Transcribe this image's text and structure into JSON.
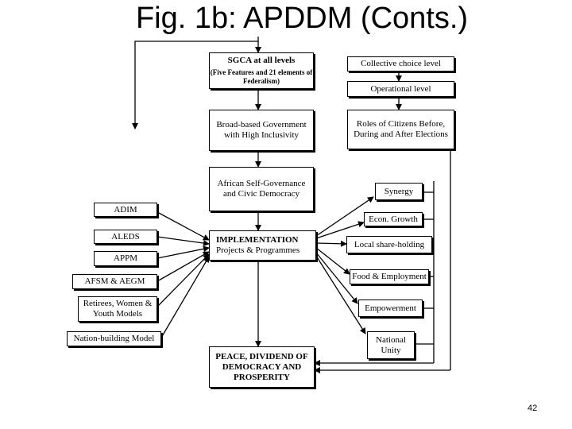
{
  "title": "Fig. 1b: APDDM (Conts.)",
  "center": {
    "sgca_title": "SGCA at all levels",
    "sgca_sub": "(Five Features and 21 elements of Federalism)",
    "broad_based": "Broad-based Government with High Inclusivity",
    "african": "African Self-Governance and Civic Democracy",
    "impl_title": "IMPLEMENTATION",
    "impl_sub": "Projects & Programmes",
    "peace": "PEACE, DIVIDEND OF DEMOCRACY AND PROSPERITY"
  },
  "right": {
    "collective": "Collective choice level",
    "operational": "Operational level",
    "roles": "Roles of Citizens Before, During and After Elections",
    "synergy": "Synergy",
    "econ": "Econ. Growth",
    "local": "Local share-holding",
    "food": "Food & Employment",
    "empowerment": "Empowerment",
    "national": "National Unity"
  },
  "left": {
    "adim": "ADIM",
    "aleds": "ALEDS",
    "appm": "APPM",
    "afsm": "AFSM & AEGM",
    "retirees": "Retirees, Women & Youth Models",
    "nation": "Nation-building Model"
  },
  "page_number": "42"
}
